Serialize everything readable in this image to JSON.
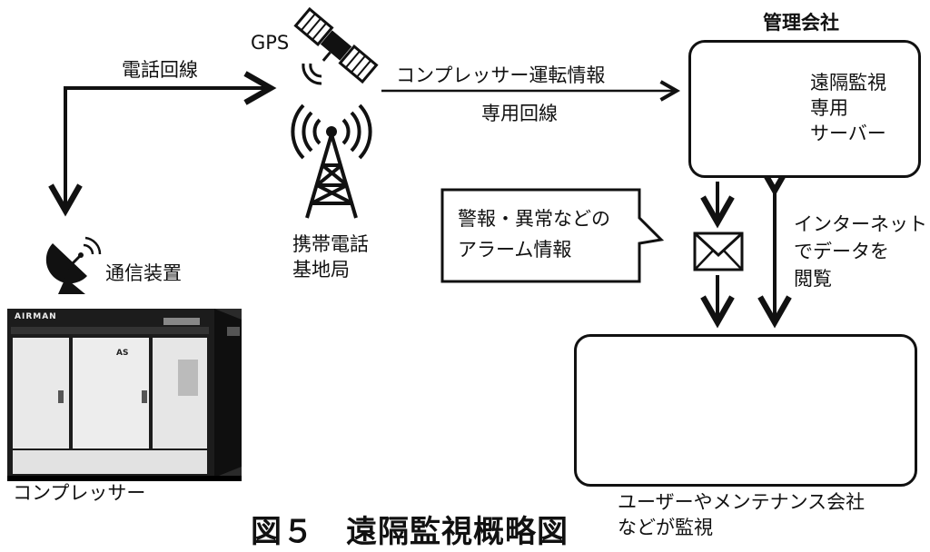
{
  "labels": {
    "phone_line": "電話回線",
    "gps": "GPS",
    "comms_device": "通信装置",
    "compressor": "コンプレッサー",
    "mobile_station_1": "携帯電話",
    "mobile_station_2": "基地局",
    "operation_info": "コンプレッサー運転情報",
    "dedicated_line": "専用回線",
    "management_company": "管理会社",
    "server_line1": "遠隔監視",
    "server_line2": "専用",
    "server_line3": "サーバー",
    "alarm_line1": "警報・異常などの",
    "alarm_line2": "アラーム情報",
    "internet_line1": "インターネット",
    "internet_line2": "でデータを",
    "internet_line3": "閲覧",
    "users_line1": "ユーザーやメンテナンス会社",
    "users_line2": "などが監視",
    "compressor_brand": "AIRMAN",
    "compressor_model": "AS",
    "figure_caption": "図５　遠隔監視概略図"
  },
  "icons": [
    "satellite-icon",
    "cell-tower-icon",
    "satellite-dish-icon",
    "database-icon",
    "envelope-icon",
    "laptop-icon",
    "smartphone-icon",
    "tablet-icon",
    "compressor-image"
  ]
}
